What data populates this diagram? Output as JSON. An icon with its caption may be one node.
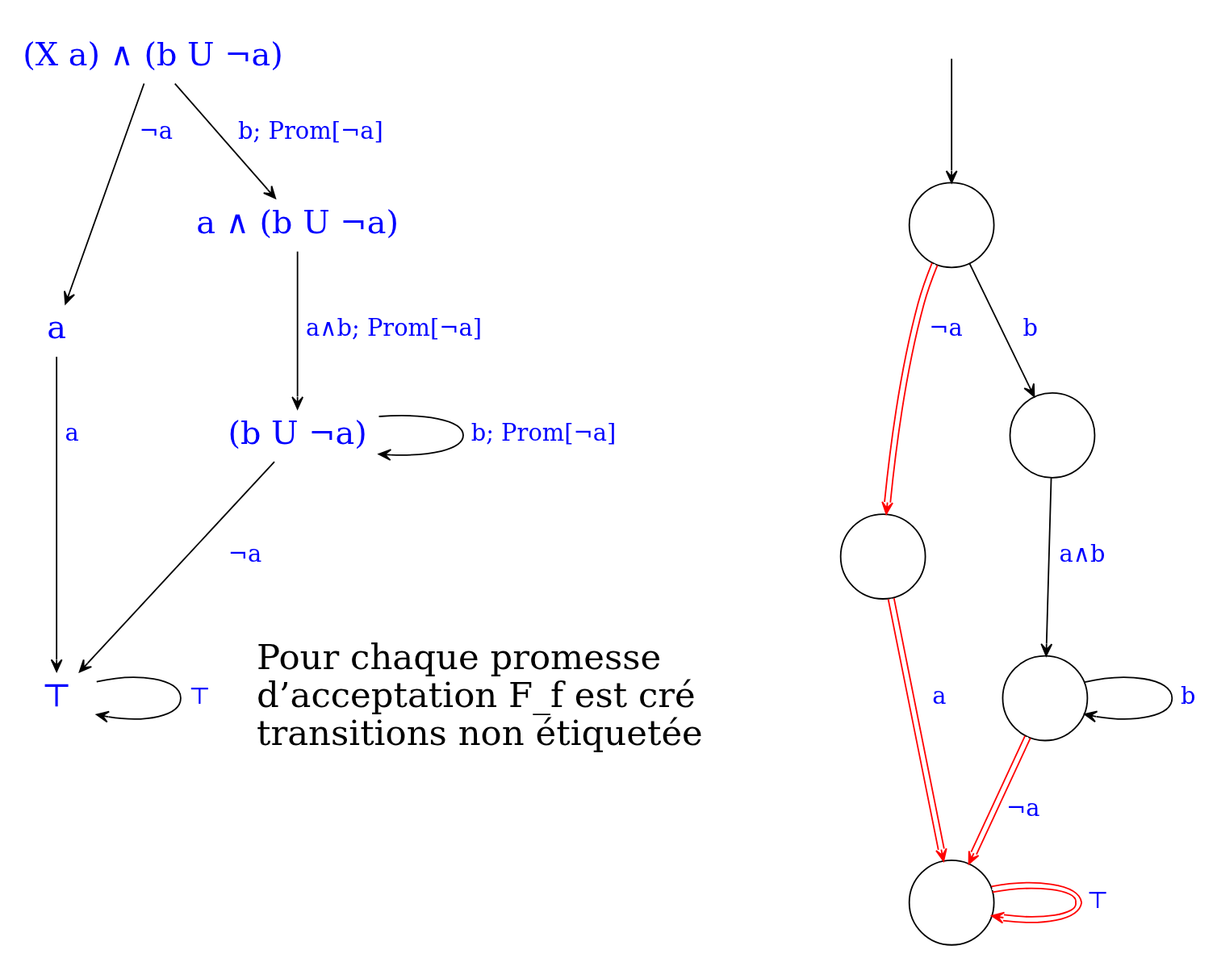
{
  "diagram": {
    "nodes": [
      {
        "text": [
          "(X a) ∧ (b U ¬a)"
        ]
      },
      {
        "text": [
          "a"
        ]
      },
      {
        "text": [
          "a ∧ (b U ¬a)"
        ]
      },
      {
        "text": [
          "⊤"
        ]
      },
      {
        "text": [
          "(b U ¬a)"
        ]
      },
      {
        "text": [],
        "shape": "circle"
      },
      {
        "text": [],
        "shape": "circle"
      },
      {
        "text": [],
        "shape": "circle"
      },
      {
        "text": [],
        "shape": "circle"
      },
      {
        "text": [],
        "shape": "circle"
      }
    ],
    "edges": [
      {
        "from": 0,
        "to": 1,
        "arrow": "to",
        "label": "¬a"
      },
      {
        "from": 0,
        "to": 2,
        "arrow": "to",
        "label": "b; Prom[¬a]"
      },
      {
        "from": 1,
        "to": 3,
        "arrow": "to",
        "label": "a"
      },
      {
        "from": 2,
        "to": 4,
        "arrow": "to",
        "label": "a∧b; Prom[¬a]"
      },
      {
        "from": 4,
        "to": 3,
        "arrow": "to",
        "label": "¬a"
      },
      {
        "from": 3,
        "to": 3,
        "arrow": "to",
        "label": "⊤"
      },
      {
        "from": 4,
        "to": 4,
        "arrow": "to",
        "label": "b; Prom[¬a]"
      },
      {
        "from": null,
        "to": 5,
        "arrow": "to"
      },
      {
        "from": 5,
        "to": 6,
        "arrow": "to",
        "label": "¬a",
        "color": "#ff0000"
      },
      {
        "from": 5,
        "to": 7,
        "arrow": "to",
        "label": "b"
      },
      {
        "from": 6,
        "to": 8,
        "arrow": "to",
        "label": "a",
        "color": "#ff0000"
      },
      {
        "from": 7,
        "to": 9,
        "arrow": "to",
        "label": "a∧b"
      },
      {
        "from": 9,
        "to": 8,
        "arrow": "to",
        "label": "¬a",
        "color": "#ff0000"
      },
      {
        "from": 8,
        "to": 8,
        "arrow": "to",
        "label": "⊤",
        "color": "#ff0000"
      },
      {
        "from": 9,
        "to": 9,
        "arrow": "to",
        "label": "b"
      }
    ],
    "labels": [
      "Pour chaque promesse",
      "d’acceptation F_f est cré",
      "transitions non étiquetée"
    ]
  }
}
